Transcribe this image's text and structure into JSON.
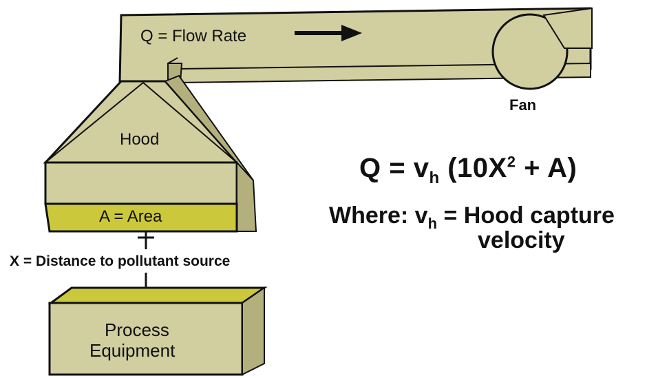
{
  "colors": {
    "duct_fill": "#d1cea0",
    "duct_shade": "#b4b07e",
    "area_fill": "#cbc93b",
    "outline": "#111111",
    "background": "#ffffff"
  },
  "labels": {
    "flow_rate": "Q = Flow Rate",
    "fan": "Fan",
    "hood": "Hood",
    "area": "A =  Area",
    "distance": "X = Distance to pollutant source",
    "process_line1": "Process",
    "process_line2": "Equipment"
  },
  "formula": {
    "q": "Q = v",
    "q_sub": "h",
    "paren": " (10X",
    "sup": "2",
    "tail": " + A)"
  },
  "where": {
    "prefix": "Where: v",
    "sub": "h",
    "rest": " = Hood capture",
    "line2": "velocity"
  },
  "icons": {
    "flow_arrow": "arrow-right-icon",
    "distance_marker": "dimension-marker-icon"
  }
}
